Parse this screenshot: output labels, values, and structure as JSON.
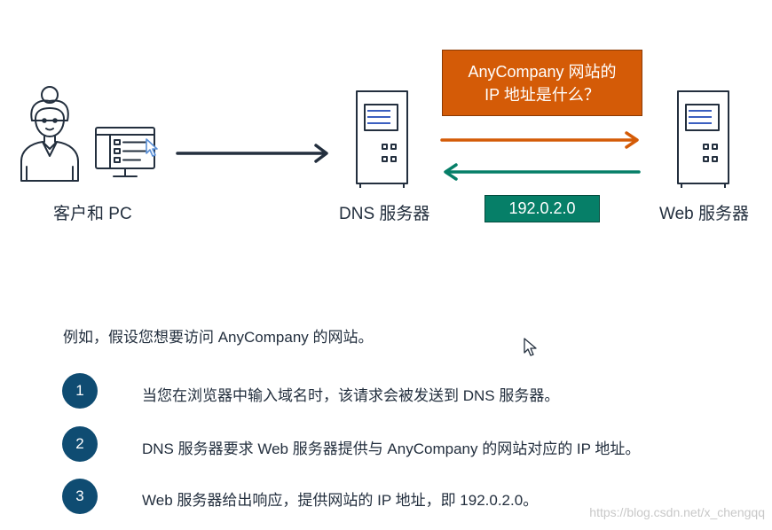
{
  "diagram": {
    "client_label": "客户和 PC",
    "dns_label": "DNS 服务器",
    "web_label": "Web 服务器",
    "question_line1": "AnyCompany 网站的",
    "question_line2": "IP 地址是什么？",
    "answer_ip": "192.0.2.0",
    "colors": {
      "dark_arrow": "#232f3e",
      "request": "#d45b07",
      "response": "#067f68",
      "step_circle": "#0f4c72"
    }
  },
  "intro": "例如，假设您想要访问 AnyCompany 的网站。",
  "steps": [
    {
      "number": "1",
      "text": "当您在浏览器中输入域名时，该请求会被发送到 DNS 服务器。"
    },
    {
      "number": "2",
      "text": "DNS 服务器要求 Web 服务器提供与 AnyCompany 的网站对应的 IP 地址。"
    },
    {
      "number": "3",
      "text": "Web 服务器给出响应，提供网站的 IP 地址，即 192.0.2.0。"
    }
  ],
  "watermark": "https://blog.csdn.net/x_chengqq"
}
